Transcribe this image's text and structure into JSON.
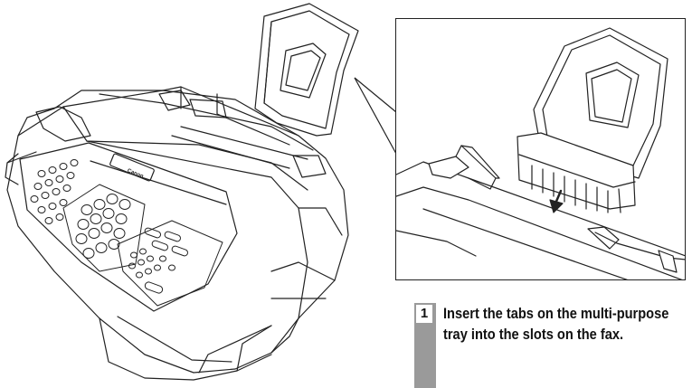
{
  "instruction": {
    "step_number": "1",
    "text": "Insert the tabs on the multi-purpose tray into the slots on the fax."
  },
  "illustration": {
    "brand_label": "Canon"
  },
  "colors": {
    "line": "#222222",
    "step_bar": "#9a9a9a"
  }
}
